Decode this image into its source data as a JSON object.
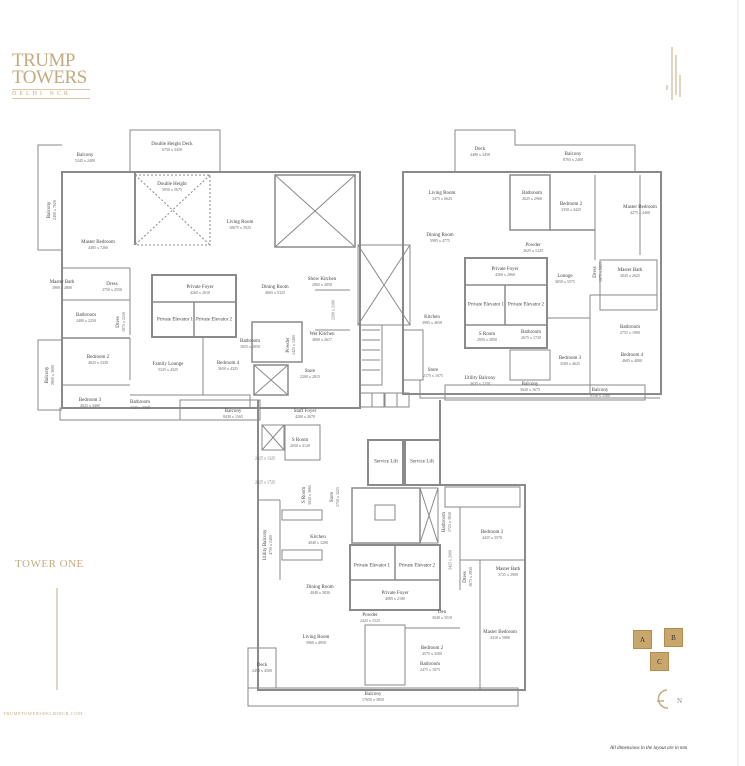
{
  "brand": {
    "line1": "TRUMP",
    "line2": "TOWERS",
    "line3": "DELHI NCR",
    "website": "TRUMPTOWERSDELHINCR.COM"
  },
  "title": "TOWER ONE",
  "note": "All dimensions in the layout are in mm",
  "key_plan": {
    "units": [
      "A",
      "B",
      "C"
    ],
    "color": "#c9a66b"
  },
  "compass": {
    "label": "N",
    "icon": "north-arrow-icon"
  },
  "colors": {
    "gold": "#c4aa80",
    "wall": "#8a8a8a"
  },
  "rooms": [
    {
      "name": "Balcony",
      "dims": "5245 x 2400"
    },
    {
      "name": "Double Height Deck",
      "dims": "6750 x 3450"
    },
    {
      "name": "Balcony",
      "dims": "2400 x 7620"
    },
    {
      "name": "Double Height",
      "dims": "5950 x 5675"
    },
    {
      "name": "Living Room",
      "dims": "10675 x 5925"
    },
    {
      "name": "Master Bedroom",
      "dims": "4485 x 7260"
    },
    {
      "name": "Master Bath",
      "dims": "3900 x 4800"
    },
    {
      "name": "Dress",
      "dims": "2750 x 2550"
    },
    {
      "name": "Bathroom",
      "dims": "2400 x 2250"
    },
    {
      "name": "Dress",
      "dims": "1675 x 2250"
    },
    {
      "name": "Private Foyer",
      "dims": "4260 x 2010"
    },
    {
      "name": "Private Elevator 1",
      "dims": ""
    },
    {
      "name": "Private Elevator 2",
      "dims": ""
    },
    {
      "name": "Dining Room",
      "dims": "4065 x 5325"
    },
    {
      "name": "Show Kitchen",
      "dims": "2965 x 2050"
    },
    {
      "name": "",
      "dims": "2200 x 2100"
    },
    {
      "name": "Wet Kitchen",
      "dims": "4000 x 2617"
    },
    {
      "name": "Bathroom",
      "dims": "1825 x 2050"
    },
    {
      "name": "Powder",
      "dims": "1425 x 1400"
    },
    {
      "name": "Bedroom 2",
      "dims": "4025 x 3330"
    },
    {
      "name": "Family Lounge",
      "dims": "5325 x 4325"
    },
    {
      "name": "Bedroom 4",
      "dims": "3650 x 4325"
    },
    {
      "name": "Store",
      "dims": "2200 x 2815"
    },
    {
      "name": "Balcony",
      "dims": "2800 x 3600"
    },
    {
      "name": "Bedroom 3",
      "dims": "4025 x 3400"
    },
    {
      "name": "Bathroom",
      "dims": "2125 x 2368"
    },
    {
      "name": "Balcony",
      "dims": "8430 x 1565"
    },
    {
      "name": "Staff Foyer",
      "dims": "4200 x 2670"
    },
    {
      "name": "Deck",
      "dims": "4480 x 3450"
    },
    {
      "name": "Balcony",
      "dims": "8765 x 2400"
    },
    {
      "name": "Living Room",
      "dims": "3475 x 6625"
    },
    {
      "name": "Bathroom",
      "dims": "2625 x 2960"
    },
    {
      "name": "Bedroom 2",
      "dims": "3350 x 4425"
    },
    {
      "name": "Master Bedroom",
      "dims": "4275 x 4400"
    },
    {
      "name": "Dining Room",
      "dims": "3985 x 4775"
    },
    {
      "name": "Powder",
      "dims": "2625 x 1225"
    },
    {
      "name": "Private Foyer",
      "dims": "4260 x 2060"
    },
    {
      "name": "Lounge",
      "dims": "3650 x 5575"
    },
    {
      "name": "Dress",
      "dims": "1675 x 2625"
    },
    {
      "name": "Master Bath",
      "dims": "3045 x 2625"
    },
    {
      "name": "Private Elevator 1",
      "dims": ""
    },
    {
      "name": "Private Elevator 2",
      "dims": ""
    },
    {
      "name": "Kitchen",
      "dims": "3985 x 4650"
    },
    {
      "name": "S Room",
      "dims": "2950 x 2850"
    },
    {
      "name": "Bathroom",
      "dims": "2675 x 1720"
    },
    {
      "name": "Bathroom",
      "dims": "2755 x 1900"
    },
    {
      "name": "Bedroom 3",
      "dims": "3500 x 4625"
    },
    {
      "name": "Bedroom 4",
      "dims": "4605 x 4000"
    },
    {
      "name": "Store",
      "dims": "2175 x 1675"
    },
    {
      "name": "Utility Balcony",
      "dims": "3635 x 2250"
    },
    {
      "name": "Balcony",
      "dims": "3620 x 1675"
    },
    {
      "name": "Balcony",
      "dims": "9150 x 1500"
    },
    {
      "name": "S Room",
      "dims": "2650 x 3120"
    },
    {
      "name": "",
      "dims": "2425 x 1325"
    },
    {
      "name": "",
      "dims": "2025 x 1725"
    },
    {
      "name": "S Room",
      "dims": "3050 x 3665"
    },
    {
      "name": "Store",
      "dims": "1750 x 1225"
    },
    {
      "name": "Service Lift",
      "dims": ""
    },
    {
      "name": "Service Lift",
      "dims": ""
    },
    {
      "name": "Kitchen",
      "dims": "4040 x 3200"
    },
    {
      "name": "Utility Balcony",
      "dims": "4750 x 2400"
    },
    {
      "name": "Bathroom",
      "dims": "1725 x 3650"
    },
    {
      "name": "Bedroom 3",
      "dims": "4425 x 3570"
    },
    {
      "name": "Private Elevator 1",
      "dims": ""
    },
    {
      "name": "Private Elevator 2",
      "dims": ""
    },
    {
      "name": "",
      "dims": "3425 x 2000"
    },
    {
      "name": "Dress",
      "dims": "1675 x 2850"
    },
    {
      "name": "Master Bath",
      "dims": "3725 x 2900"
    },
    {
      "name": "Dining Room",
      "dims": "4048 x 3830"
    },
    {
      "name": "Private Foyer",
      "dims": "4085 x 2180"
    },
    {
      "name": "Powder",
      "dims": "2425 x 1525"
    },
    {
      "name": "Den",
      "dims": "3040 x 3510"
    },
    {
      "name": "Master Bedroom",
      "dims": "4310 x 5080"
    },
    {
      "name": "Living Room",
      "dims": "5960 x 4950"
    },
    {
      "name": "Bedroom 2",
      "dims": "4575 x 3500"
    },
    {
      "name": "Bathroom",
      "dims": "2475 x 1875"
    },
    {
      "name": "Deck",
      "dims": "2450 x 4500"
    },
    {
      "name": "Balcony",
      "dims": "17650 x 3850"
    }
  ]
}
